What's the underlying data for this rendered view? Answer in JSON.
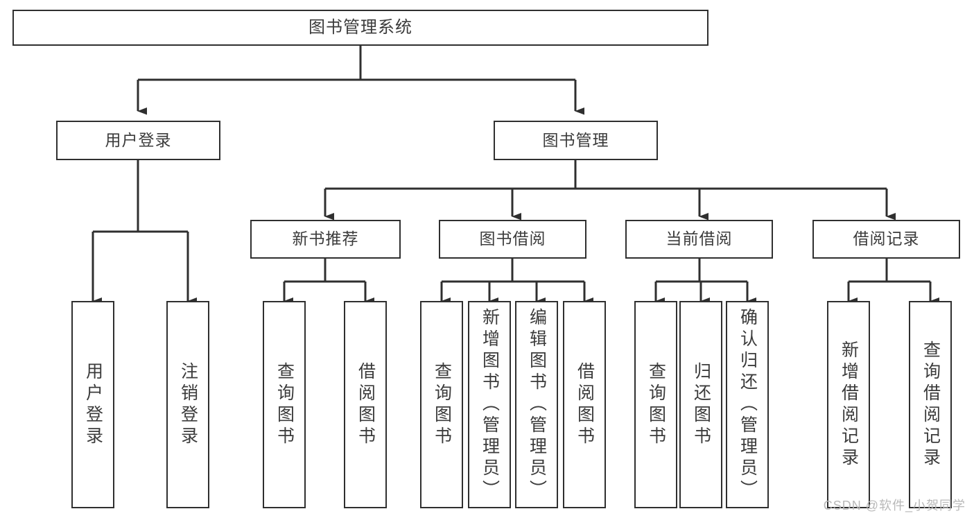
{
  "diagram": {
    "title": "图书管理系统",
    "type": "hierarchy-tree",
    "levels": 4,
    "root": {
      "id": "root",
      "label": "图书管理系统"
    },
    "level2": [
      {
        "id": "user-login",
        "label": "用户登录"
      },
      {
        "id": "book-manage",
        "label": "图书管理"
      }
    ],
    "level3": [
      {
        "id": "new-book-recommend",
        "label": "新书推荐",
        "parent": "book-manage"
      },
      {
        "id": "book-borrow",
        "label": "图书借阅",
        "parent": "book-manage"
      },
      {
        "id": "current-borrow",
        "label": "当前借阅",
        "parent": "book-manage"
      },
      {
        "id": "borrow-record",
        "label": "借阅记录",
        "parent": "book-manage"
      }
    ],
    "leaves": [
      {
        "id": "leaf-user-login",
        "label": "用户登录",
        "parent": "user-login"
      },
      {
        "id": "leaf-user-logout",
        "label": "注销登录",
        "parent": "user-login"
      },
      {
        "id": "leaf-query-book-1",
        "label": "查询图书",
        "parent": "new-book-recommend"
      },
      {
        "id": "leaf-borrow-book-1",
        "label": "借阅图书",
        "parent": "new-book-recommend"
      },
      {
        "id": "leaf-query-book-2",
        "label": "查询图书",
        "parent": "book-borrow"
      },
      {
        "id": "leaf-add-book",
        "label": "新增图书（管理员）",
        "parent": "book-borrow"
      },
      {
        "id": "leaf-edit-book",
        "label": "编辑图书（管理员）",
        "parent": "book-borrow"
      },
      {
        "id": "leaf-borrow-book-2",
        "label": "借阅图书",
        "parent": "book-borrow"
      },
      {
        "id": "leaf-query-book-3",
        "label": "查询图书",
        "parent": "current-borrow"
      },
      {
        "id": "leaf-return-book",
        "label": "归还图书",
        "parent": "current-borrow"
      },
      {
        "id": "leaf-confirm-return",
        "label": "确认归还（管理员）",
        "parent": "current-borrow"
      },
      {
        "id": "leaf-add-record",
        "label": "新增借阅记录",
        "parent": "borrow-record"
      },
      {
        "id": "leaf-query-record",
        "label": "查询借阅记录",
        "parent": "borrow-record"
      }
    ],
    "colors": {
      "box_border": "#2f2f2f",
      "box_fill": "#ffffff",
      "text": "#3b3b3b",
      "edge": "#2f2f2f",
      "watermark": "#b9b9b9",
      "background": "#ffffff"
    }
  },
  "watermark": {
    "text": "CSDN @软件_小贺同学"
  }
}
